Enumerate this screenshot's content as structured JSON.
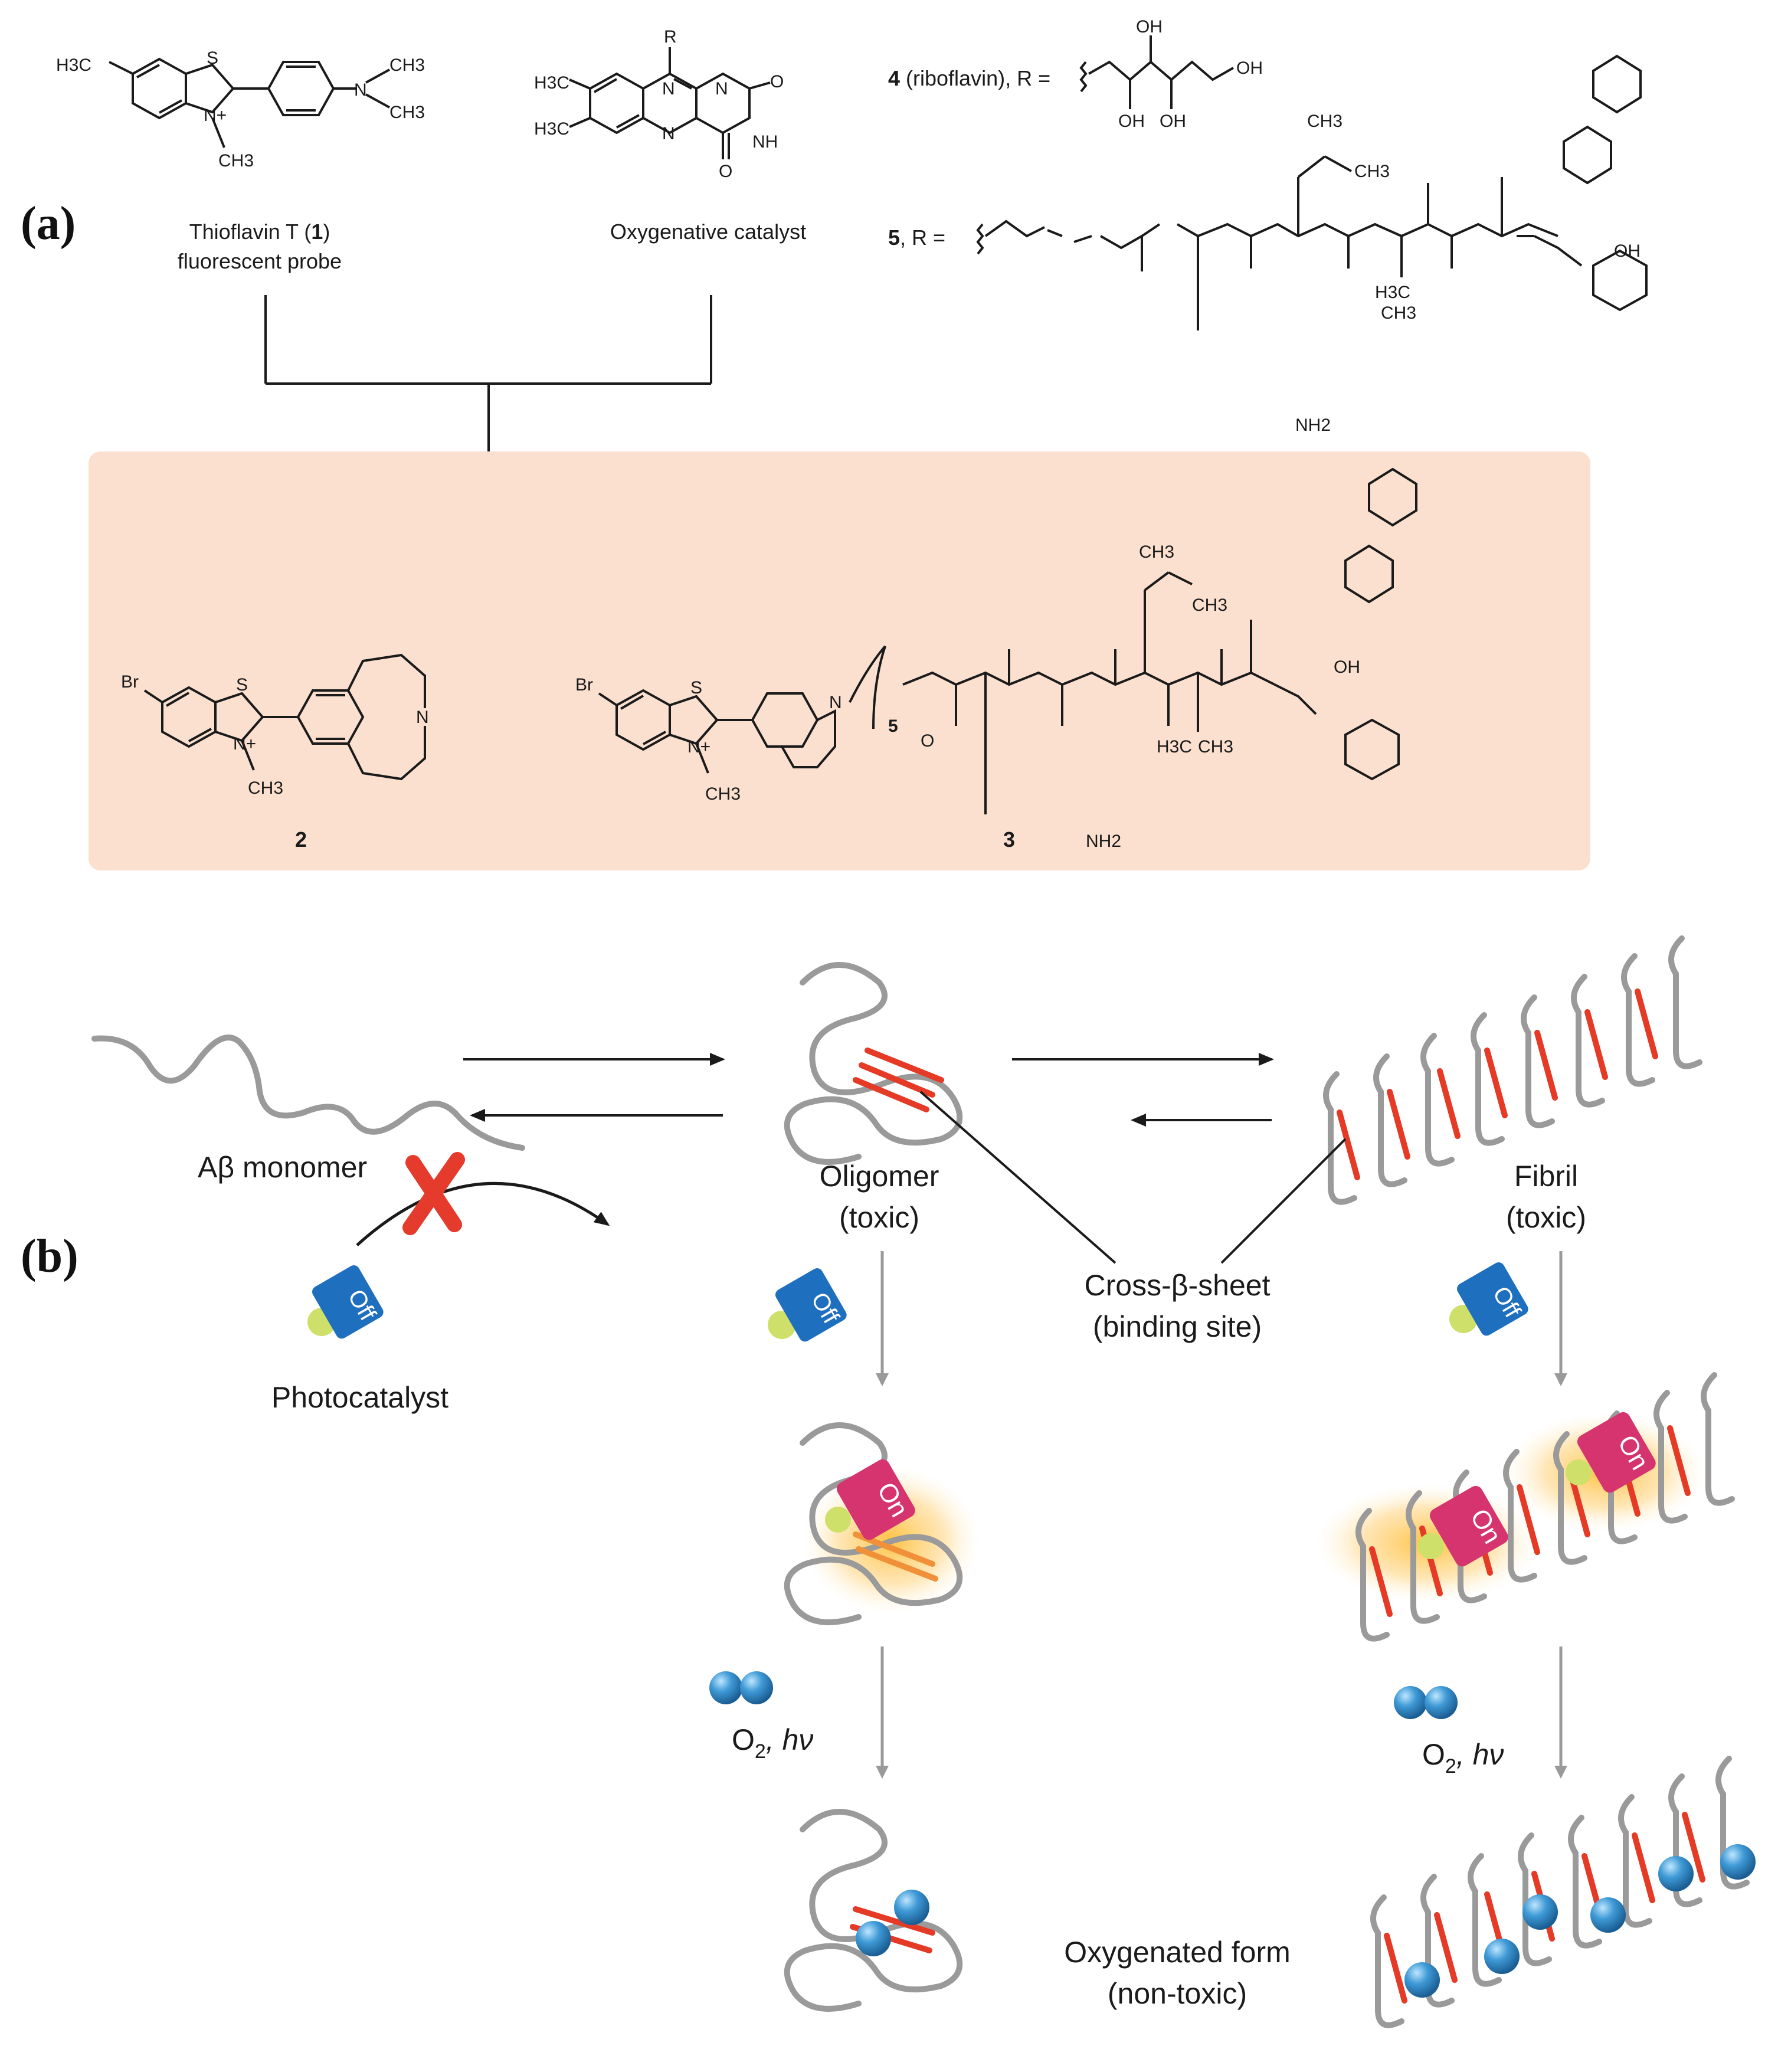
{
  "panels": {
    "a": "(a)",
    "b": "(b)"
  },
  "part_a": {
    "thioflavin": {
      "name": "Thioflavin T (",
      "num": "1",
      "name_end": ")",
      "sub": "fluorescent probe"
    },
    "oxygenative": "Oxygenative catalyst",
    "riboflavin_line": {
      "num": "4",
      "text": " (riboflavin), R ="
    },
    "compound5_line": {
      "num": "5",
      "text": ", R ="
    },
    "compound_2": "2",
    "compound_3": "3",
    "atoms": {
      "S": "S",
      "N": "N",
      "N_plus": "N+",
      "O": "O",
      "H": "H",
      "NH": "NH",
      "R": "R",
      "Br": "Br",
      "OH": "OH",
      "CH3": "CH3",
      "H3C": "H3C",
      "NH2": "NH2",
      "sub5": "5"
    }
  },
  "part_b": {
    "monomer": "Aβ  monomer",
    "oligomer": [
      "Oligomer",
      "(toxic)"
    ],
    "fibril": [
      "Fibril",
      "(toxic)"
    ],
    "cross_beta": [
      "Cross-β-sheet",
      "(binding site)"
    ],
    "photocatalyst": "Photocatalyst",
    "off": "Off",
    "on": "On",
    "o2_text": "O",
    "o2_sub": "2",
    "hv_text": ", hν",
    "oxygenated": [
      "Oxygenated form",
      "(non-toxic)"
    ]
  },
  "colors": {
    "orange_panel": "#fbe0d0",
    "red_strand": "#e43a26",
    "gray_strand": "#9a9a9a",
    "off_blue": "#1f6fbf",
    "on_pink": "#d6346f",
    "glow": "#ffcf5a",
    "oxygen": "#3a8cc9",
    "cross_red": "#e53b2c"
  }
}
